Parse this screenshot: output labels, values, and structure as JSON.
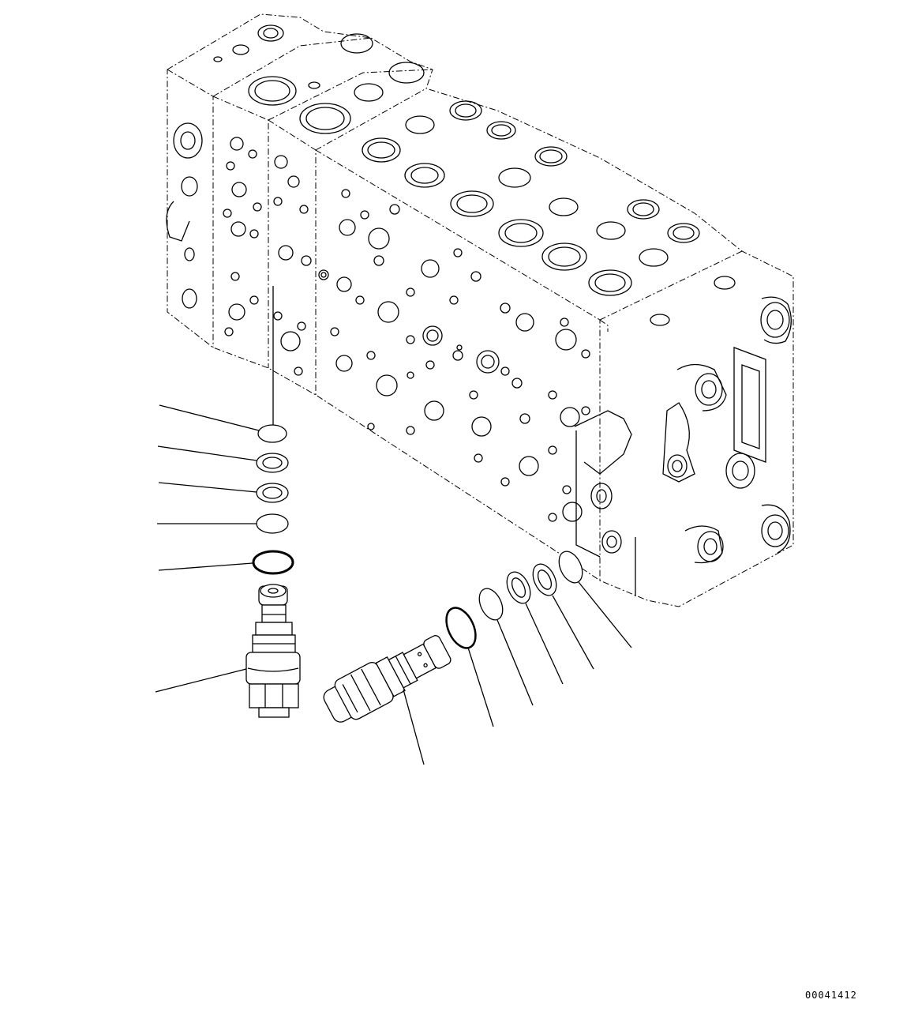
{
  "diagram": {
    "type": "exploded-parts-view",
    "subject": "hydraulic control valve block with relief valve cartridges and seals",
    "drawing_number": "00041412",
    "callout_leaders": {
      "left_stack": 6,
      "right_stack": 6
    },
    "parts": [
      {
        "name": "valve-body",
        "count": 1
      },
      {
        "name": "backup-ring",
        "count": 2
      },
      {
        "name": "o-ring-flat",
        "count": 4
      },
      {
        "name": "o-ring-thick",
        "count": 2
      },
      {
        "name": "relief-valve-cartridge",
        "count": 2
      }
    ]
  }
}
